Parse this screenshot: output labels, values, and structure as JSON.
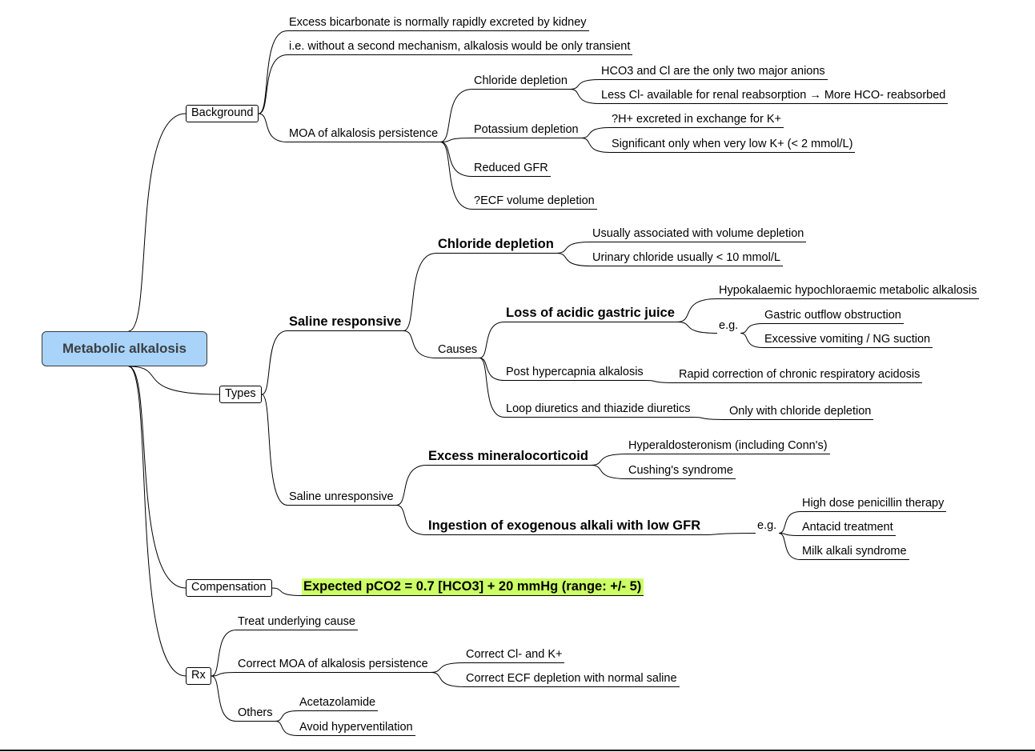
{
  "chart_data": {
    "type": "mindmap",
    "root": {
      "id": "root",
      "label": "Metabolic alkalosis"
    },
    "nodes": [
      {
        "id": "background",
        "parent": "root",
        "label": "Background"
      },
      {
        "id": "bg-excess-bicarb",
        "parent": "background",
        "label": "Excess bicarbonate is normally rapidly excreted by kidney"
      },
      {
        "id": "bg-transient",
        "parent": "background",
        "label": "i.e. without a second mechanism, alkalosis would be only transient"
      },
      {
        "id": "bg-moa",
        "parent": "background",
        "label": "MOA of alkalosis persistence"
      },
      {
        "id": "moa-chloride",
        "parent": "bg-moa",
        "label": "Chloride depletion"
      },
      {
        "id": "moa-chloride-anions",
        "parent": "moa-chloride",
        "label": "HCO3 and Cl are the only two major anions"
      },
      {
        "id": "moa-chloride-reabsorb",
        "parent": "moa-chloride",
        "label": "Less Cl- available for renal reabsorption → More HCO- reabsorbed"
      },
      {
        "id": "moa-potassium",
        "parent": "bg-moa",
        "label": "Potassium depletion"
      },
      {
        "id": "moa-potassium-exchange",
        "parent": "moa-potassium",
        "label": "?H+ excreted in exchange for K+"
      },
      {
        "id": "moa-potassium-low",
        "parent": "moa-potassium",
        "label": "Significant only when very low K+ (< 2 mmol/L)"
      },
      {
        "id": "moa-gfr",
        "parent": "bg-moa",
        "label": "Reduced GFR"
      },
      {
        "id": "moa-ecf",
        "parent": "bg-moa",
        "label": "?ECF volume depletion"
      },
      {
        "id": "types",
        "parent": "root",
        "label": "Types"
      },
      {
        "id": "saline-responsive",
        "parent": "types",
        "label": "Saline responsive"
      },
      {
        "id": "sr-chloride",
        "parent": "saline-responsive",
        "label": "Chloride depletion"
      },
      {
        "id": "sr-chloride-volume",
        "parent": "sr-chloride",
        "label": "Usually associated with volume depletion"
      },
      {
        "id": "sr-chloride-urinary",
        "parent": "sr-chloride",
        "label": "Urinary chloride usually < 10 mmol/L"
      },
      {
        "id": "sr-causes",
        "parent": "saline-responsive",
        "label": "Causes"
      },
      {
        "id": "cause-gastric",
        "parent": "sr-causes",
        "label": "Loss of acidic gastric juice"
      },
      {
        "id": "gastric-hypo",
        "parent": "cause-gastric",
        "label": "Hypokalaemic hypochloraemic metabolic alkalosis"
      },
      {
        "id": "gastric-eg",
        "parent": "cause-gastric",
        "label": "e.g."
      },
      {
        "id": "gastric-outflow",
        "parent": "gastric-eg",
        "label": "Gastric outflow obstruction"
      },
      {
        "id": "gastric-vomiting",
        "parent": "gastric-eg",
        "label": "Excessive vomiting / NG suction"
      },
      {
        "id": "cause-posthyper",
        "parent": "sr-causes",
        "label": "Post hypercapnia alkalosis"
      },
      {
        "id": "posthyper-rapid",
        "parent": "cause-posthyper",
        "label": "Rapid correction of chronic respiratory acidosis"
      },
      {
        "id": "cause-diuretics",
        "parent": "sr-causes",
        "label": "Loop diuretics and thiazide diuretics"
      },
      {
        "id": "diuretics-only",
        "parent": "cause-diuretics",
        "label": "Only with chloride depletion"
      },
      {
        "id": "saline-unresponsive",
        "parent": "types",
        "label": "Saline unresponsive"
      },
      {
        "id": "su-mineralo",
        "parent": "saline-unresponsive",
        "label": "Excess mineralocorticoid"
      },
      {
        "id": "mineralo-hyperaldo",
        "parent": "su-mineralo",
        "label": "Hyperaldosteronism (including Conn's)"
      },
      {
        "id": "mineralo-cushing",
        "parent": "su-mineralo",
        "label": "Cushing's syndrome"
      },
      {
        "id": "su-alkali",
        "parent": "saline-unresponsive",
        "label": "Ingestion of exogenous alkali with low GFR"
      },
      {
        "id": "alkali-eg",
        "parent": "su-alkali",
        "label": "e.g."
      },
      {
        "id": "alkali-penicillin",
        "parent": "alkali-eg",
        "label": "High dose penicillin therapy"
      },
      {
        "id": "alkali-antacid",
        "parent": "alkali-eg",
        "label": "Antacid treatment"
      },
      {
        "id": "alkali-milk",
        "parent": "alkali-eg",
        "label": "Milk alkali syndrome"
      },
      {
        "id": "compensation",
        "parent": "root",
        "label": "Compensation"
      },
      {
        "id": "comp-formula",
        "parent": "compensation",
        "label": "Expected pCO2 = 0.7 [HCO3] + 20 mmHg (range: +/- 5)"
      },
      {
        "id": "rx",
        "parent": "root",
        "label": "Rx"
      },
      {
        "id": "rx-underlying",
        "parent": "rx",
        "label": "Treat underlying cause"
      },
      {
        "id": "rx-correct-moa",
        "parent": "rx",
        "label": "Correct MOA of alkalosis persistence"
      },
      {
        "id": "rx-cl-k",
        "parent": "rx-correct-moa",
        "label": "Correct Cl- and K+"
      },
      {
        "id": "rx-ecf",
        "parent": "rx-correct-moa",
        "label": "Correct ECF depletion with normal saline"
      },
      {
        "id": "rx-others",
        "parent": "rx",
        "label": "Others"
      },
      {
        "id": "rx-acetazolamide",
        "parent": "rx-others",
        "label": "Acetazolamide"
      },
      {
        "id": "rx-hyperventilation",
        "parent": "rx-others",
        "label": "Avoid hyperventilation"
      }
    ]
  },
  "colors": {
    "root_fill": "#a9d3f8",
    "root_text": "#3a3f44",
    "highlight": "#ccff66",
    "lines": "#000000"
  }
}
